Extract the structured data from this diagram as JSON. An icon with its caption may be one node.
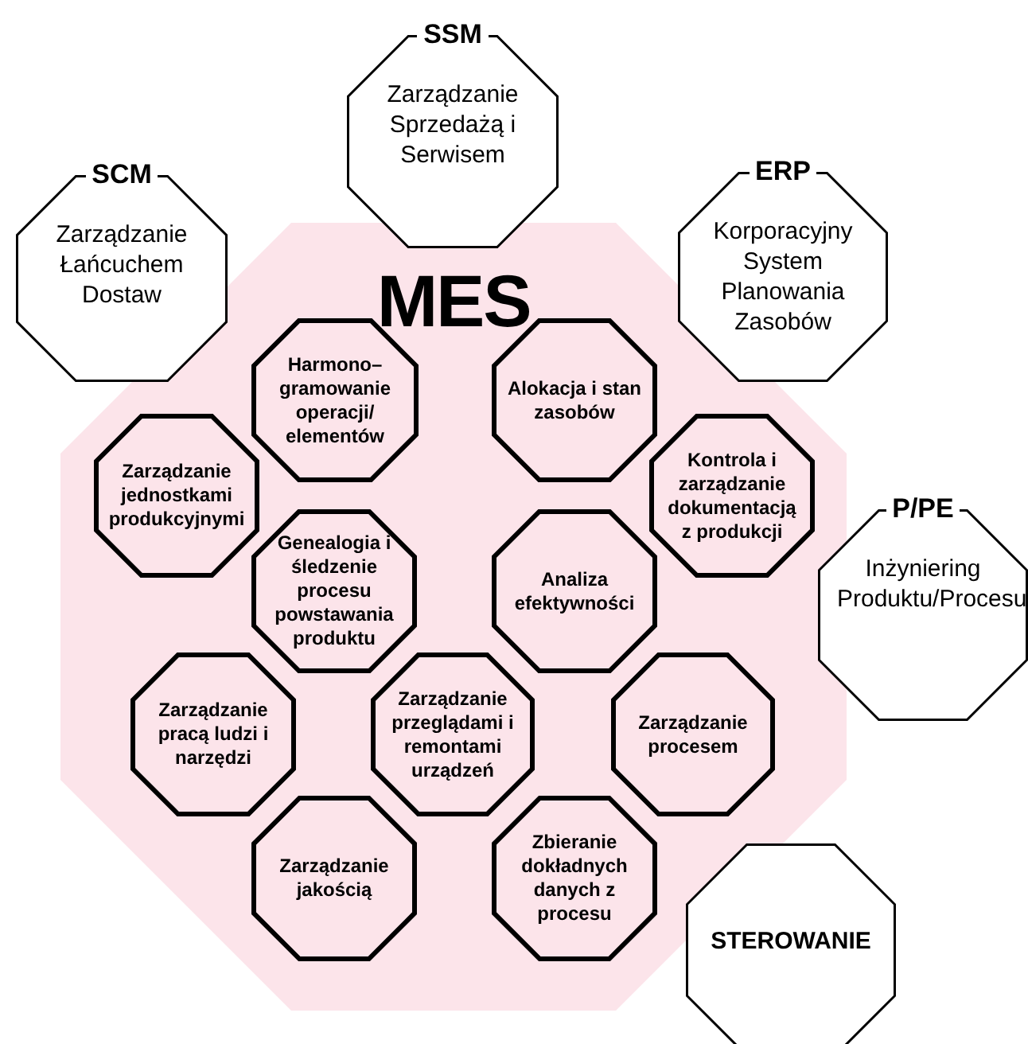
{
  "diagram": {
    "nodes": [
      {
        "text": [
          "SSM",
          "Zarządzanie Sprzedażą i Serwisem"
        ]
      },
      {
        "text": [
          "SCM",
          "Zarządzanie Łańcuchem Dostaw"
        ]
      },
      {
        "text": [
          "ERP",
          "Korporacyjny System Planowania Zasobów"
        ]
      },
      {
        "text": [
          "MES"
        ]
      },
      {
        "text": [
          "Harmono– gramowanie operacji/ elementów"
        ],
        "in": 3
      },
      {
        "text": [
          "Alokacja i stan zasobów"
        ],
        "in": 3
      },
      {
        "text": [
          "Zarządzanie jednostkami produkcyjnymi"
        ],
        "in": 3
      },
      {
        "text": [
          "Kontrola i zarządzanie dokumentacją z produkcji"
        ],
        "in": 3
      },
      {
        "text": [
          "Genealogia i śledzenie procesu powstawania produktu"
        ],
        "in": 3
      },
      {
        "text": [
          "Analiza efektywności"
        ],
        "in": 3
      },
      {
        "text": [
          "Zarządzanie pracą ludzi i narzędzi"
        ],
        "in": 3
      },
      {
        "text": [
          "Zarządzanie przeglądami i remontami urządzeń"
        ],
        "in": 3
      },
      {
        "text": [
          "Zarządzanie procesem"
        ],
        "in": 3
      },
      {
        "text": [
          "Zarządzanie jakością"
        ],
        "in": 3
      },
      {
        "text": [
          "Zbieranie dokładnych danych z procesu"
        ],
        "in": 3
      },
      {
        "text": [
          "P/PE",
          "Inżyniering Produktu/Procesu"
        ]
      },
      {
        "text": [
          "STEROWANIE"
        ]
      }
    ]
  }
}
